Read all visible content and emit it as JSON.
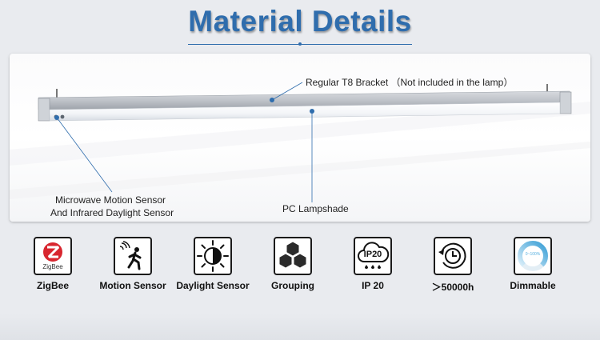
{
  "page": {
    "title": "Material Details"
  },
  "callouts": {
    "bracket": "Regular T8 Bracket  （Not included in the lamp）",
    "sensor_line1": "Microwave Motion Sensor",
    "sensor_line2": "And Infrared Daylight Sensor",
    "lampshade": "PC Lampshade"
  },
  "features": [
    {
      "icon": "zigbee-icon",
      "label": "ZigBee",
      "icon_text": "ZigBee"
    },
    {
      "icon": "motion-sensor-icon",
      "label": "Motion Sensor"
    },
    {
      "icon": "daylight-sensor-icon",
      "label": "Daylight Sensor"
    },
    {
      "icon": "grouping-icon",
      "label": "Grouping"
    },
    {
      "icon": "ip20-icon",
      "label": "IP 20",
      "icon_text": "IP20"
    },
    {
      "icon": "lifetime-clock-icon",
      "label": "＞50000h"
    },
    {
      "icon": "dimmable-icon",
      "label": "Dimmable",
      "icon_text": "0~100%"
    }
  ],
  "colors": {
    "title": "#2f6dad",
    "callout_line": "#2f6dad",
    "zigbee_red": "#d8262f",
    "dimmable_blue": "#57b0e0"
  }
}
